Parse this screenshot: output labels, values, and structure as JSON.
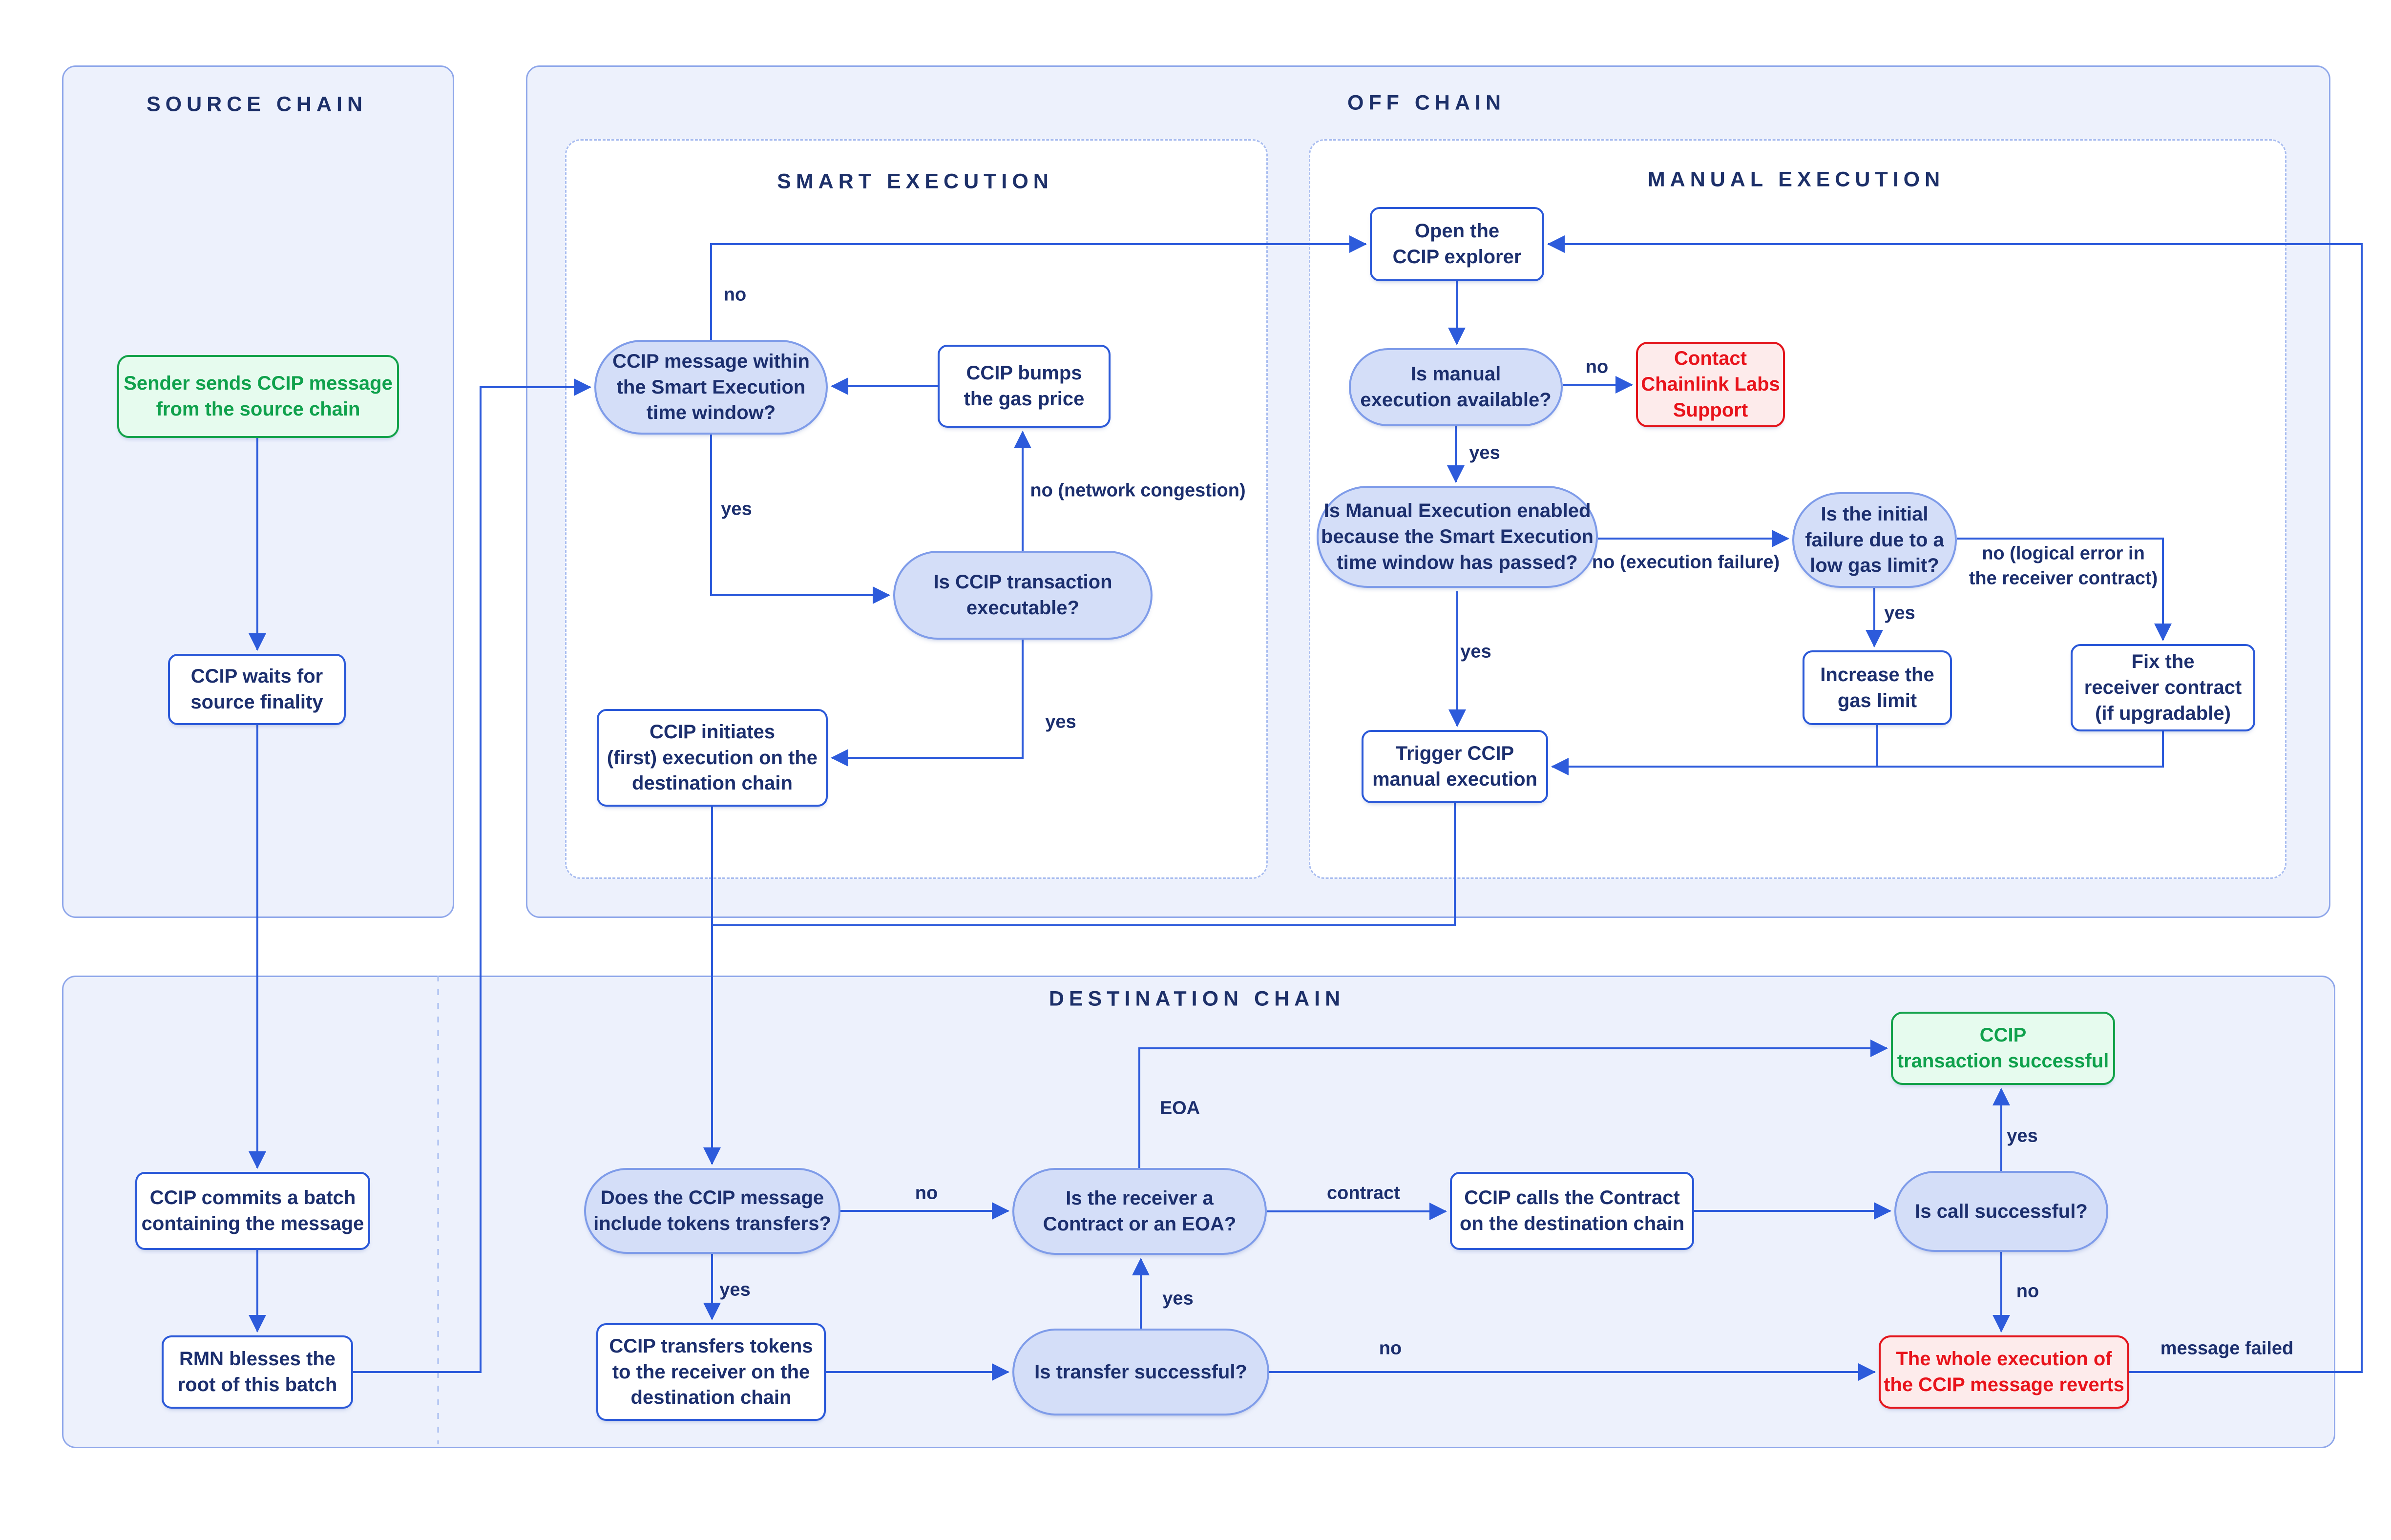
{
  "panels": {
    "source_chain": {
      "title": "SOURCE CHAIN"
    },
    "off_chain": {
      "title": "OFF CHAIN"
    },
    "smart_execution": {
      "title": "SMART EXECUTION"
    },
    "manual_execution": {
      "title": "MANUAL EXECUTION"
    },
    "destination_chain": {
      "title": "DESTINATION CHAIN"
    }
  },
  "nodes": {
    "sender_sends": {
      "text": "Sender sends CCIP message\nfrom the source chain",
      "type": "start"
    },
    "ccip_waits": {
      "text": "CCIP waits for\nsource finality",
      "type": "process"
    },
    "ccip_commits": {
      "text": "CCIP commits a batch\ncontaining the message",
      "type": "process"
    },
    "rmn_blesses": {
      "text": "RMN blesses the\nroot of this batch",
      "type": "process"
    },
    "msg_within": {
      "text": "CCIP message within\nthe Smart Execution\ntime window?",
      "type": "decision"
    },
    "ccip_bumps": {
      "text": "CCIP bumps\nthe gas price",
      "type": "process"
    },
    "executable": {
      "text": "Is CCIP transaction\nexecutable?",
      "type": "decision"
    },
    "initiates": {
      "text": "CCIP initiates\n(first) execution on the\ndestination chain",
      "type": "process"
    },
    "open_explorer": {
      "text": "Open the\nCCIP explorer",
      "type": "process"
    },
    "manual_available": {
      "text": "Is manual\nexecution available?",
      "type": "decision"
    },
    "contact_support": {
      "text": "Contact\nChainlink Labs\nSupport",
      "type": "error"
    },
    "manual_enabled": {
      "text": "Is Manual Execution enabled\nbecause the Smart Execution\ntime window has passed?",
      "type": "decision"
    },
    "initial_failure": {
      "text": "Is the initial\nfailure due to a\nlow gas limit?",
      "type": "decision"
    },
    "increase_gas": {
      "text": "Increase the\ngas limit",
      "type": "process"
    },
    "fix_receiver": {
      "text": "Fix the\nreceiver contract\n(if upgradable)",
      "type": "process"
    },
    "trigger_manual": {
      "text": "Trigger CCIP\nmanual execution",
      "type": "process"
    },
    "includes_tokens": {
      "text": "Does the CCIP message\ninclude tokens transfers?",
      "type": "decision"
    },
    "receiver_type": {
      "text": "Is the receiver a\nContract or an EOA?",
      "type": "decision"
    },
    "ccip_calls": {
      "text": "CCIP calls the Contract\non the destination chain",
      "type": "process"
    },
    "call_successful": {
      "text": "Is call successful?",
      "type": "decision"
    },
    "tx_successful": {
      "text": "CCIP\ntransaction successful",
      "type": "start"
    },
    "transfers_tokens": {
      "text": "CCIP transfers tokens\nto the receiver on the\ndestination chain",
      "type": "process"
    },
    "transfer_successful": {
      "text": "Is transfer successful?",
      "type": "decision"
    },
    "whole_reverts": {
      "text": "The whole execution of\nthe CCIP message reverts",
      "type": "error"
    }
  },
  "edge_labels": {
    "no_within": "no",
    "yes_within": "yes",
    "no_congestion": "no (network congestion)",
    "yes_executable": "yes",
    "no_available": "no",
    "yes_available": "yes",
    "no_exec_failure": "no (execution failure)",
    "yes_enabled": "yes",
    "yes_low_gas": "yes",
    "no_logical": "no (logical error in\nthe receiver contract)",
    "eoa": "EOA",
    "no_tokens": "no",
    "contract": "contract",
    "yes_tokens": "yes",
    "yes_transfer": "yes",
    "yes_call": "yes",
    "no_call": "no",
    "no_transfer": "no",
    "message_failed": "message failed"
  },
  "colors": {
    "connector_blue": "#2d5bdb",
    "process_border": "#2b59d8",
    "decision_fill": "#d4def8",
    "decision_border": "#7f9ce9",
    "panel_fill": "#edf1fc",
    "panel_border": "#8fa7ea",
    "dashed_border": "#a9bdf0",
    "navy_text": "#1c2f6e",
    "title_text": "#1d3069",
    "success_green": "#14a24b",
    "success_fill": "#e6fbee",
    "error_red": "#e8131b",
    "error_fill": "#fdebeb"
  }
}
